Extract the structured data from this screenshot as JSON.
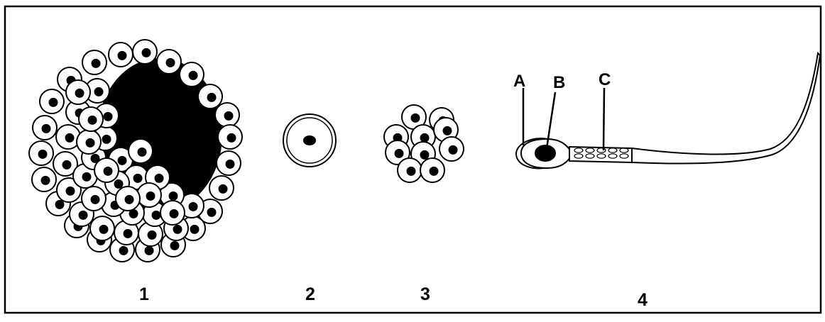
{
  "figures": [
    {
      "number": "1"
    },
    {
      "number": "2"
    },
    {
      "number": "3"
    },
    {
      "number": "4"
    }
  ],
  "sperm_parts": {
    "a": "A",
    "b": "B",
    "c": "C"
  },
  "colors": {
    "ink": "#000000",
    "paper": "#ffffff"
  },
  "icons": [
    "follicle-cell-cluster-icon",
    "egg-cell-icon",
    "cell-morula-icon",
    "sperm-cell-icon"
  ]
}
